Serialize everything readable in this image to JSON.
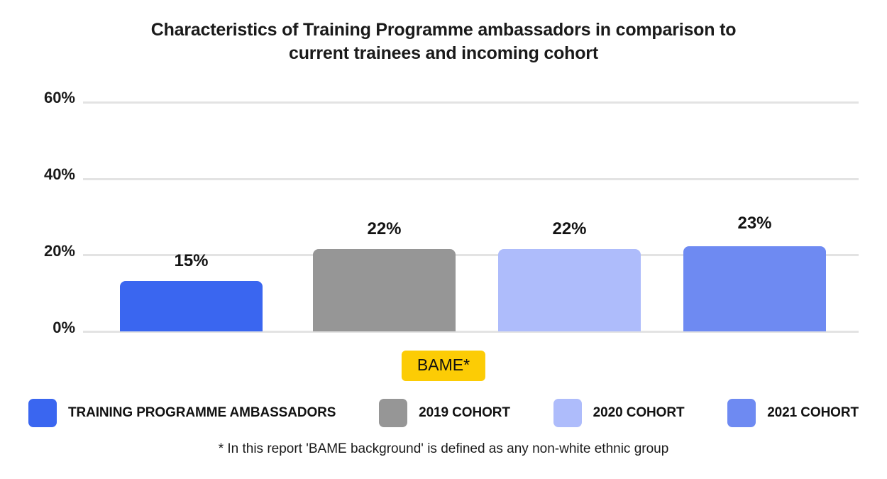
{
  "chart_data": {
    "type": "bar",
    "title": "Characteristics of Training Programme ambassadors in comparison to current trainees and incoming cohort",
    "title_line1": "Characteristics of Training Programme ambassadors in comparison to",
    "title_line2": "current trainees and incoming cohort",
    "categories": [
      "BAME*"
    ],
    "xlabel": "",
    "ylabel": "",
    "ylim": [
      0,
      60
    ],
    "ytick_labels": [
      "0%",
      "20%",
      "40%",
      "60%"
    ],
    "ytick_values": [
      0,
      20,
      40,
      60
    ],
    "grid": true,
    "legend_position": "bottom",
    "value_label_suffix": "%",
    "series": [
      {
        "name": "TRAINING PROGRAMME AMBASSADORS",
        "color": "#3a66f0",
        "values": [
          15
        ],
        "value_labels": [
          "15%"
        ]
      },
      {
        "name": "2019 COHORT",
        "color": "#969696",
        "values": [
          22
        ],
        "value_labels": [
          "22%"
        ]
      },
      {
        "name": "2020 COHORT",
        "color": "#aebcfb",
        "values": [
          22
        ],
        "value_labels": [
          "22%"
        ]
      },
      {
        "name": "2021 COHORT",
        "color": "#6e8af2",
        "values": [
          23
        ],
        "value_labels": [
          "23%"
        ]
      }
    ],
    "annotations": [
      "* In this report 'BAME background' is defined as any non-white ethnic group"
    ]
  },
  "axis": {
    "ytick_0": "0%",
    "ytick_1": "20%",
    "ytick_2": "40%",
    "ytick_3": "60%"
  },
  "bars": {
    "b0_value": "15%",
    "b1_value": "22%",
    "b2_value": "22%",
    "b3_value": "23%"
  },
  "category": {
    "badge_label": "BAME*",
    "badge_color": "#fccc05"
  },
  "legend": {
    "item0_label": "TRAINING PROGRAMME AMBASSADORS",
    "item1_label": "2019 COHORT",
    "item2_label": "2020 COHORT",
    "item3_label": "2021 COHORT"
  },
  "footnote": {
    "text": "* In this report 'BAME background' is defined as any non-white ethnic group"
  }
}
